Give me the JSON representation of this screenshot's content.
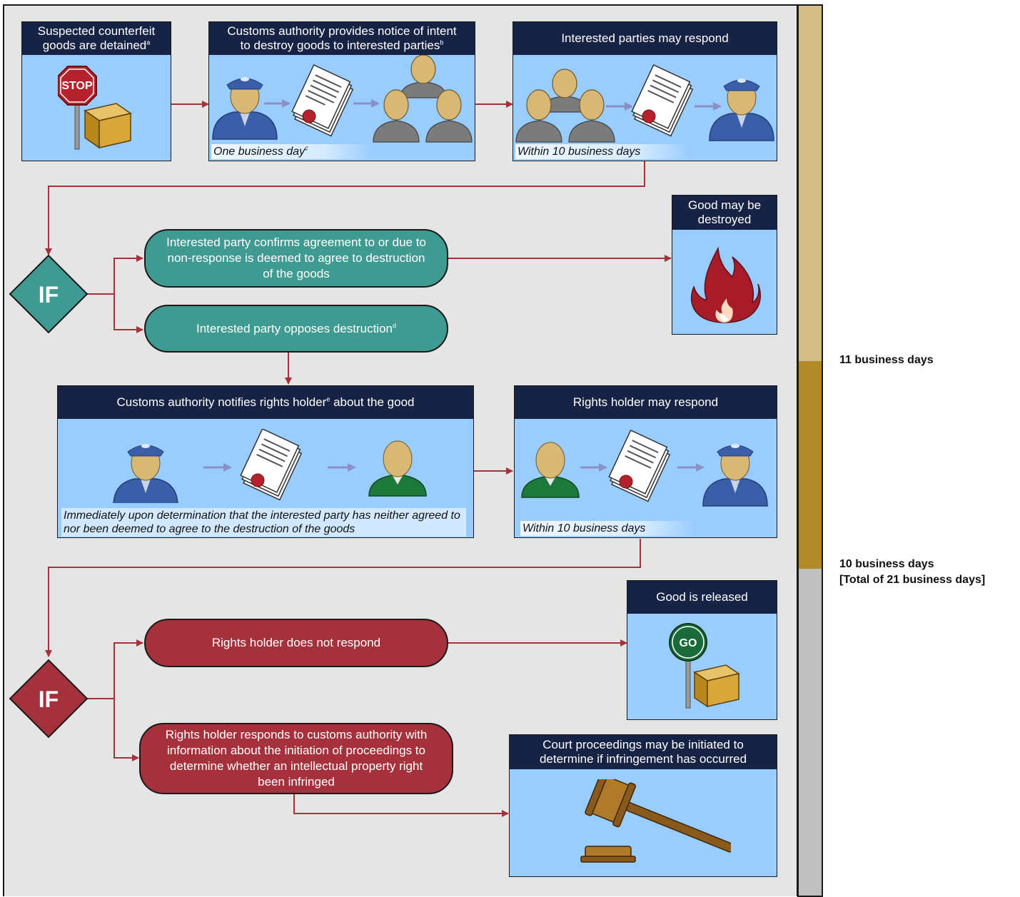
{
  "step1": {
    "title": "Suspected counterfeit goods are detained",
    "sup": "a",
    "stop_sign": "STOP"
  },
  "step2": {
    "title_line1": "Customs authority provides notice of intent",
    "title_line2": "to destroy goods to interested parties",
    "sup": "b",
    "caption": "One business day",
    "caption_sup": "c"
  },
  "step3": {
    "title": "Interested parties may respond",
    "caption": "Within 10 business days"
  },
  "decision1": {
    "label": "IF",
    "agree": "Interested party confirms agreement to or due to non-response is deemed to agree to destruction of the goods",
    "oppose": "Interested party opposes destruction",
    "oppose_sup": "d"
  },
  "destroyed": {
    "title": "Good may be destroyed"
  },
  "step4": {
    "title_pre": "Customs authority notifies rights holder",
    "sup": "e",
    "title_post": " about the good",
    "caption": "Immediately upon determination that the interested party has neither agreed to nor been deemed to agree to the destruction of the goods"
  },
  "step5": {
    "title": "Rights holder may respond",
    "caption": "Within 10 business days"
  },
  "decision2": {
    "label": "IF",
    "no_response": "Rights holder does not respond",
    "responds": "Rights holder responds to customs authority with information about the initiation of proceedings to determine whether an intellectual property right been infringed"
  },
  "released": {
    "title": "Good is released",
    "go_sign": "GO"
  },
  "court": {
    "title": "Court proceedings may be initiated to determine if infringement has occurred"
  },
  "timeline": {
    "phase1": "11  business days",
    "phase2_line1": "10  business days",
    "phase2_line2": "[Total of 21 business days]",
    "colors": [
      "#d4bc85",
      "#b28a27",
      "#c0c0c0"
    ]
  }
}
